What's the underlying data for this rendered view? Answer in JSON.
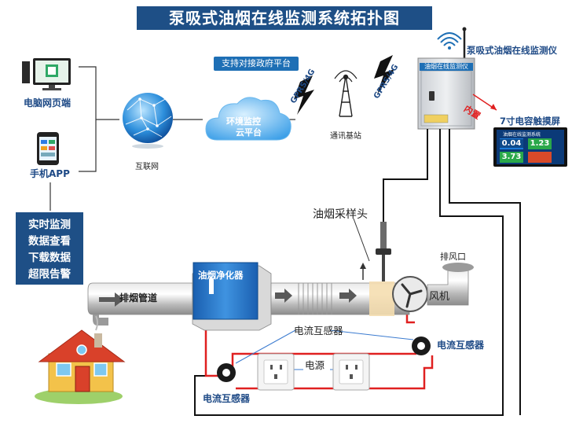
{
  "title": "泵吸式油烟在线监测系统拓扑图",
  "clients": {
    "pc_label": "电脑网页端",
    "app_label": "手机APP"
  },
  "features": [
    "实时监测",
    "数据查看",
    "下载数据",
    "超限告警"
  ],
  "network": {
    "internet_label": "互联网",
    "gov_platform_label": "支持对接政府平台",
    "cloud_label_line1": "环境监控",
    "cloud_label_line2": "云平台",
    "gprs_left": "GPRS/4G",
    "gprs_right": "GPRS/4G",
    "base_station_label": "通讯基站"
  },
  "monitor": {
    "device_label": "泵吸式油烟在线监测仪",
    "panel_title": "油烟在线监测仪",
    "built_in_label": "内置",
    "screen_label": "7寸电容触摸屏",
    "screen_title": "油烟在线监测系统",
    "screen_values": [
      "0.04",
      "1.23",
      "3.73"
    ]
  },
  "duct": {
    "pipe_label": "排烟管道",
    "purifier_label": "油烟净化器",
    "probe_label": "油烟采样头",
    "exhaust_label": "排风口",
    "fan_label": "风机"
  },
  "power": {
    "sensor_label_top": "电流互感器",
    "sensor_label_right": "电流互感器",
    "sensor_label_left": "电流互感器",
    "power_label": "电源"
  },
  "colors": {
    "title_bg": "#1e4f86",
    "accent_blue": "#1e4a86",
    "wire_red": "#e02020",
    "wire_black": "#111111",
    "purifier_blue": "#2f7fd0"
  }
}
